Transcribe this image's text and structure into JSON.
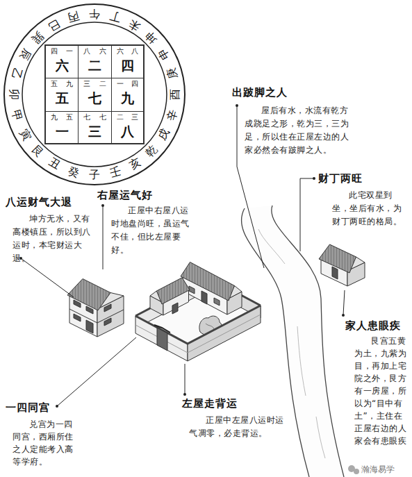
{
  "diagram": {
    "nodes": [
      {
        "text": [
          "午",
          "丁",
          "未",
          "坤",
          "申",
          "庚",
          "酉",
          "辛",
          "戌",
          "乾",
          "亥",
          "壬",
          "子",
          "癸",
          "丑",
          "艮",
          "寅",
          "甲",
          "卯",
          "乙",
          "辰",
          "巽",
          "巳",
          "丙"
        ]
      },
      {
        "text": [
          "四",
          "一",
          "六"
        ],
        "in": 0
      },
      {
        "text": [
          "八",
          "六",
          "二"
        ],
        "in": 0
      },
      {
        "text": [
          "六",
          "八",
          "四"
        ],
        "in": 0
      },
      {
        "text": [
          "五",
          "九",
          "五"
        ],
        "in": 0
      },
      {
        "text": [
          "三",
          "二",
          "七"
        ],
        "in": 0
      },
      {
        "text": [
          "一",
          "四",
          "九"
        ],
        "in": 0
      },
      {
        "text": [
          "九",
          "五",
          "一"
        ],
        "in": 0
      },
      {
        "text": [
          "七",
          "七",
          "三"
        ],
        "in": 0
      },
      {
        "text": [
          "二",
          "三",
          "八"
        ],
        "in": 0
      }
    ],
    "labels": [
      "出跛脚之人",
      "屋后有水，水流有乾方成跷足之形，乾为三，三为足，所以住在正屋左边的人家必然会有跛脚之人。",
      "财丁两旺",
      "此宅双星到坐，坐后有水，为财丁两旺的格局。",
      "八运财气大退",
      "坤方无水，又有高楼镇压，所以到八运时，本宅财运大退。",
      "右屋运气好",
      "正屋中右屋八运时地盘尚旺，虽运气不佳，但比左屋要好。",
      "家人患眼疾",
      "艮宫五黄为土，九紫为目，再加上宅院之外，艮方有一房屋，所以为“目中有土”，主住在正屋右边的人家会有患眼疾",
      "一四同宫",
      "兑宫为一四同宫，西厢所住之人定能考入高等学府。",
      "左屋走背运",
      "正屋中左屋八运时运气凋零，必走背运。",
      "瀚海易学"
    ]
  }
}
